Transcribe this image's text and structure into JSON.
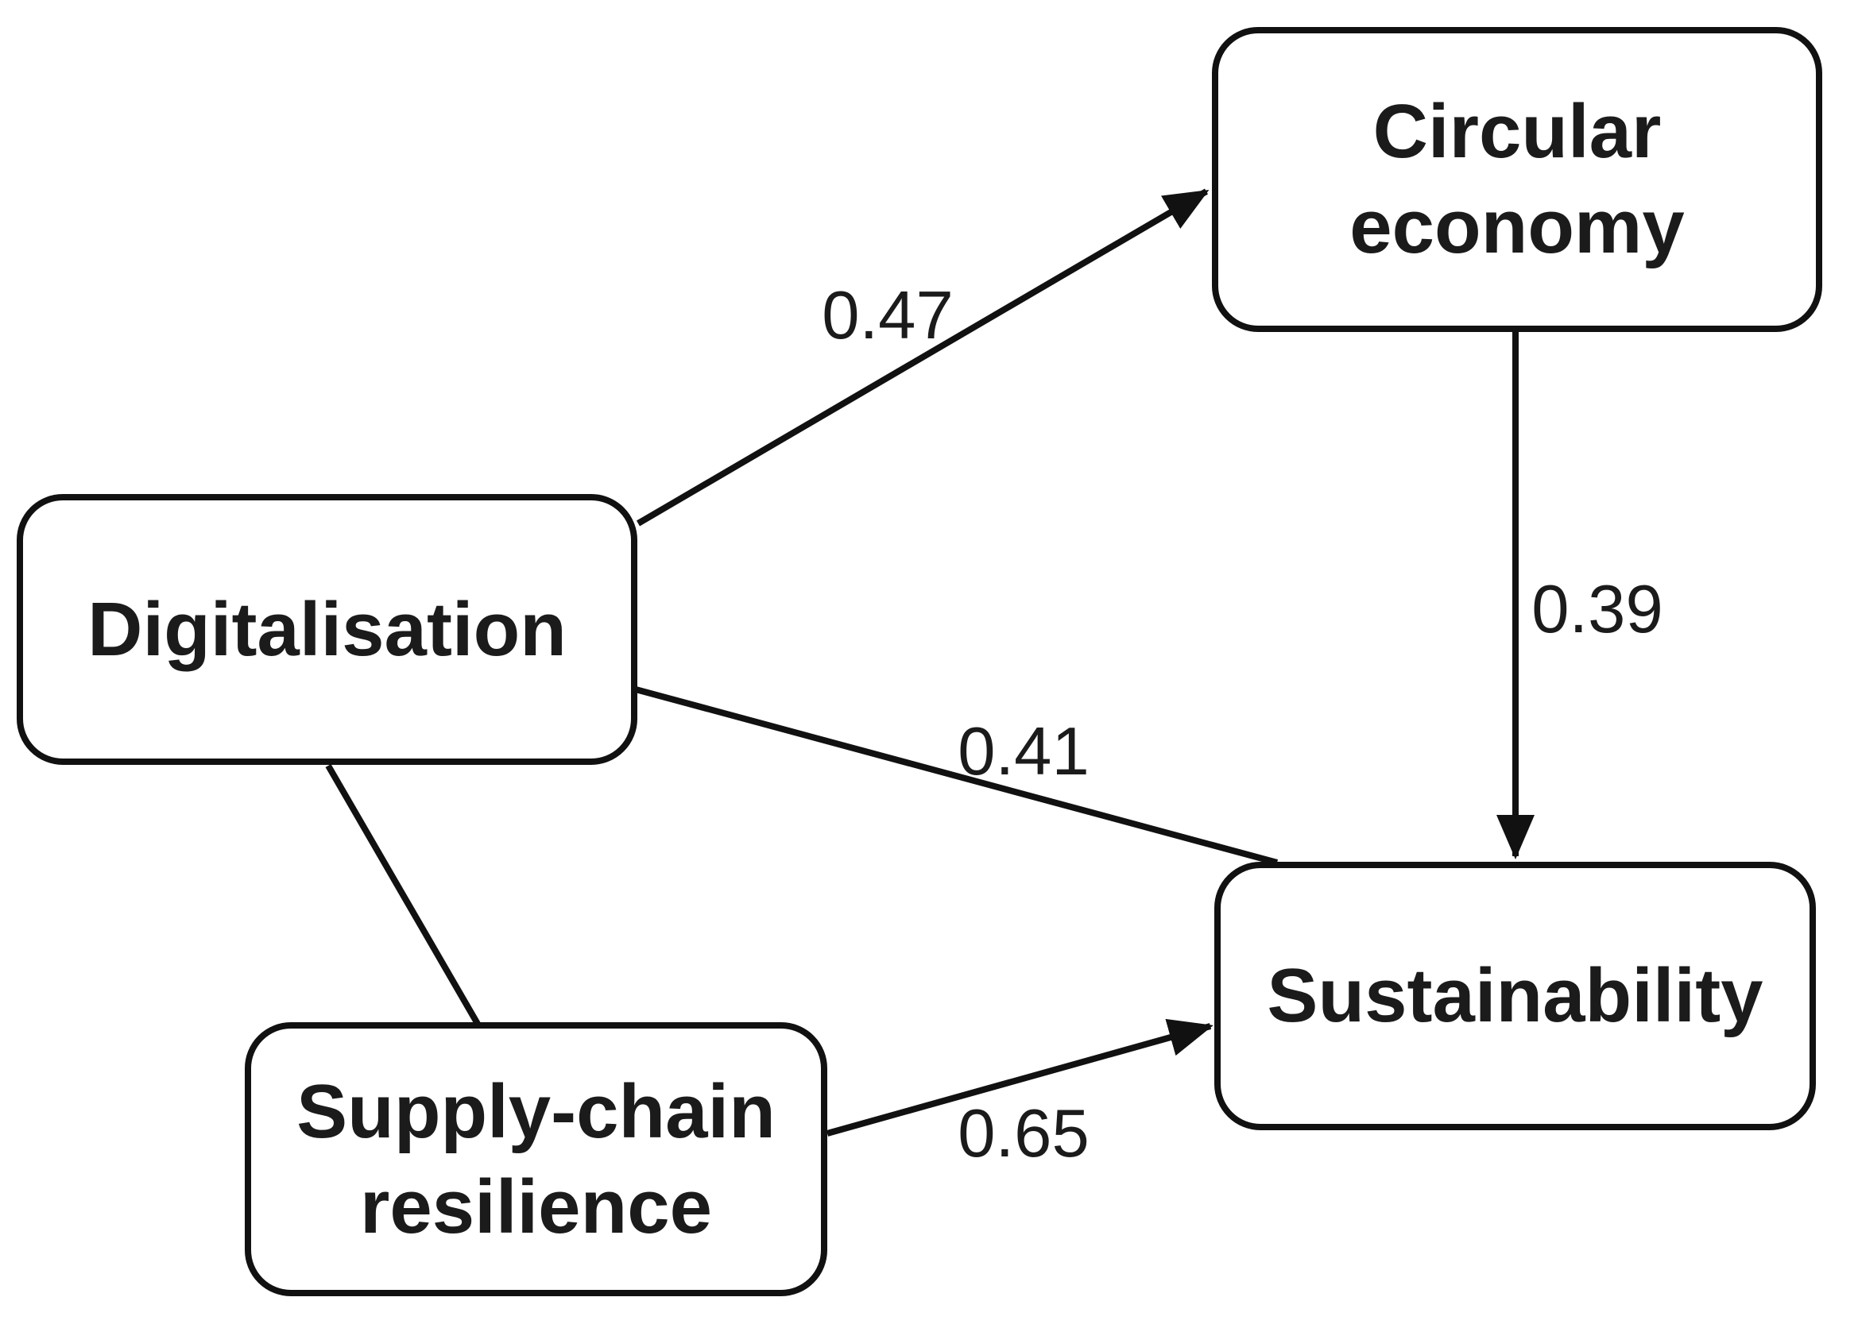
{
  "diagram": {
    "type": "path-model",
    "colors": {
      "background": "#ffffff",
      "stroke": "#111111",
      "text": "#1b1b1b"
    },
    "nodes": [
      {
        "id": "digitalisation",
        "label": "Digitalisation"
      },
      {
        "id": "circular-economy",
        "label": "Circular economy"
      },
      {
        "id": "sustainability",
        "label": "Sustainability"
      },
      {
        "id": "supply-chain-resilience",
        "label": "Supply-chain resilience"
      }
    ],
    "edges": [
      {
        "from": "digitalisation",
        "to": "circular-economy",
        "value": "0.47",
        "arrowhead": true
      },
      {
        "from": "circular-economy",
        "to": "sustainability",
        "value": "0.39",
        "arrowhead": true
      },
      {
        "from": "digitalisation",
        "to": "sustainability",
        "value": "0.41",
        "arrowhead": false
      },
      {
        "from": "supply-chain-resilience",
        "to": "sustainability",
        "value": "0.65",
        "arrowhead": true
      },
      {
        "from": "digitalisation",
        "to": "supply-chain-resilience",
        "value": "",
        "arrowhead": false
      }
    ]
  }
}
